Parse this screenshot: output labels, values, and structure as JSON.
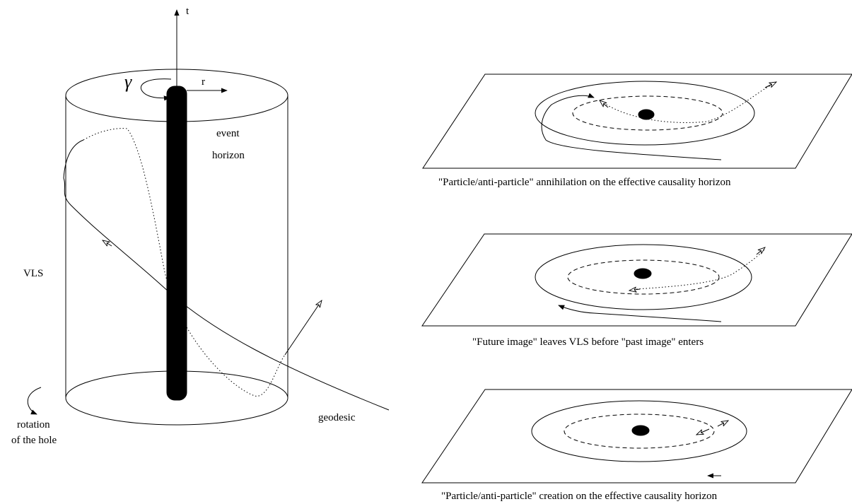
{
  "left_figure": {
    "t_axis_label": "t",
    "r_axis_label": "r",
    "gamma_label": "γ",
    "event_horizon_label_line1": "event",
    "event_horizon_label_line2": "horizon",
    "vls_label": "VLS",
    "rotation_label_line1": "rotation",
    "rotation_label_line2": "of the hole",
    "geodesic_label": "geodesic"
  },
  "panels": [
    {
      "caption": "\"Particle/anti-particle\" annihilation on the effective causality horizon"
    },
    {
      "caption": "\"Future image\" leaves VLS before \"past image\" enters"
    },
    {
      "caption": "\"Particle/anti-particle\" creation on the effective causality horizon"
    }
  ]
}
